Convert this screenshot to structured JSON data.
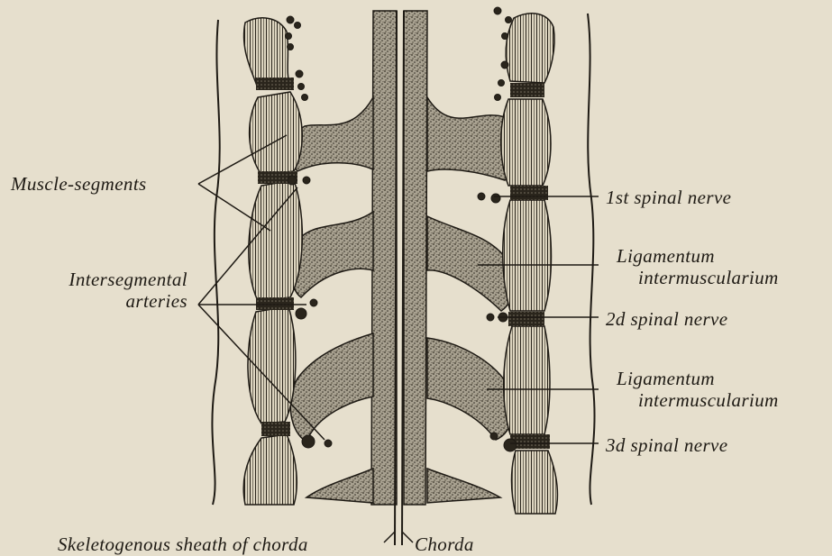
{
  "labels": {
    "muscle_segments": "Muscle-segments",
    "intersegmental_1": "Intersegmental",
    "intersegmental_2": "arteries",
    "spinal_nerve_1": "1st spinal nerve",
    "ligamentum_1a": "Ligamentum",
    "ligamentum_1b": "intermuscularium",
    "spinal_nerve_2": "2d spinal nerve",
    "ligamentum_2a": "Ligamentum",
    "ligamentum_2b": "intermuscularium",
    "spinal_nerve_3": "3d spinal nerve",
    "skeletogenous_sheath": "Skeletogenous sheath of chorda",
    "chorda": "Chorda"
  },
  "colors": {
    "paper": "#e6dfcd",
    "ink": "#1e1a14",
    "stipple_fill": "#a59e8e"
  }
}
